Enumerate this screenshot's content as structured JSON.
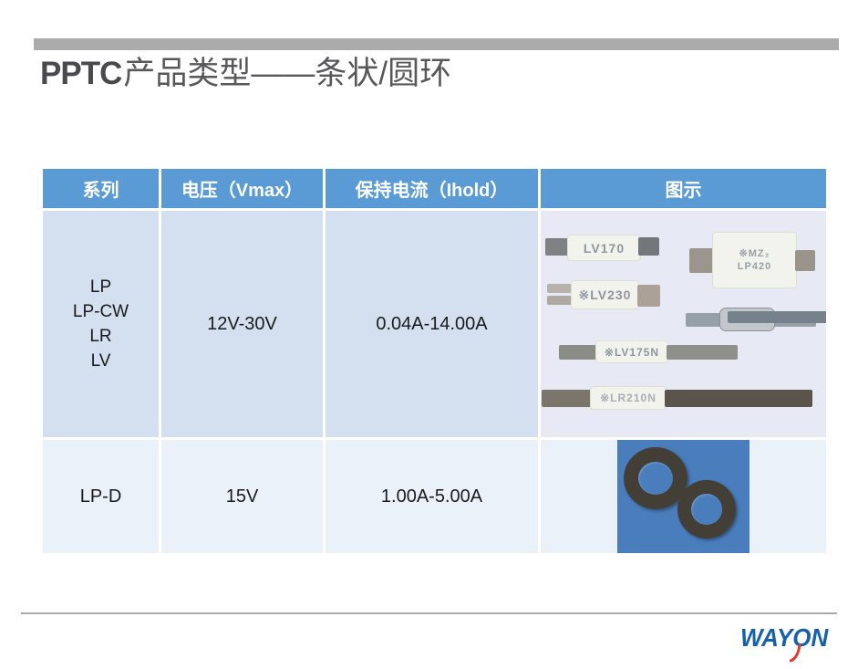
{
  "slide": {
    "title_brand": "PPTC",
    "title_rest": "产品类型——条状/圆环",
    "accent_bar_color": "#ABABAB"
  },
  "table": {
    "headers": [
      "系列",
      "电压（Vmax）",
      "保持电流（Ihold）",
      "图示"
    ],
    "header_bg": "#5B9BD5",
    "row1_bg": "#D4E0F0",
    "row2_bg": "#EBF1F8",
    "rows": [
      {
        "series_lines": [
          "LP",
          "LP-CW",
          "LR",
          "LV"
        ],
        "voltage": "12V-30V",
        "hold_current": "0.04A-14.00A"
      },
      {
        "series_lines": [
          "LP-D"
        ],
        "voltage": "15V",
        "hold_current": "1.00A-5.00A"
      }
    ]
  },
  "photos": {
    "strip_fuses": {
      "background_color": "#E7E9F4",
      "labels": {
        "lv170": "LV170",
        "mz": "※MZ₂",
        "lp420": "LP420",
        "lv230": "※LV230",
        "lv175n": "※LV175N",
        "lr210n": "※LR210N"
      }
    },
    "rings": {
      "background_color": "#4A7DBC",
      "ring_color": "#433E36"
    }
  },
  "footer": {
    "logo_way": "WAY",
    "logo_o": "O",
    "logo_n": "N",
    "logo_color": "#1661A9",
    "logo_accent_color": "#E03C31"
  }
}
